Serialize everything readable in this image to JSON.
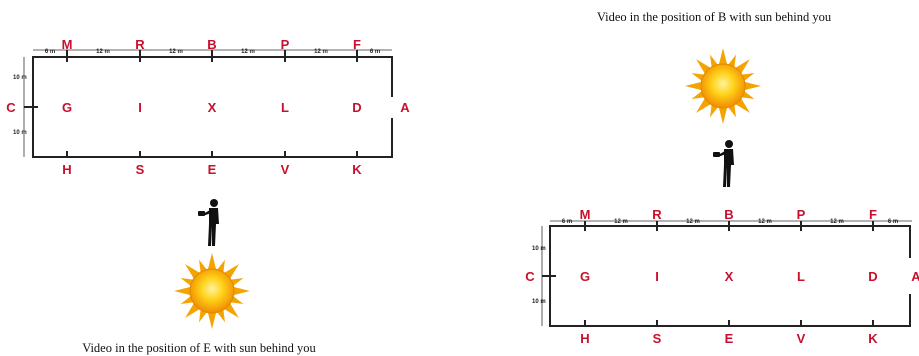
{
  "diagram_left": {
    "top_letters": [
      "M",
      "R",
      "B",
      "P",
      "F"
    ],
    "center_letters": [
      "G",
      "I",
      "X",
      "L",
      "D"
    ],
    "bottom_letters": [
      "H",
      "S",
      "E",
      "V",
      "K"
    ],
    "left_letter": "C",
    "right_letter": "A",
    "top_distances": [
      "6 m",
      "12 m",
      "12 m",
      "12 m",
      "12 m",
      "6 m"
    ],
    "side_distances": [
      "10 m",
      "10 m"
    ],
    "caption": "Video in the position of E with sun behind you"
  },
  "diagram_right": {
    "top_letters": [
      "M",
      "R",
      "B",
      "P",
      "F"
    ],
    "center_letters": [
      "G",
      "I",
      "X",
      "L",
      "D"
    ],
    "bottom_letters": [
      "H",
      "S",
      "E",
      "V",
      "K"
    ],
    "left_letter": "C",
    "right_letter": "A",
    "top_distances": [
      "6 m",
      "12 m",
      "12 m",
      "12 m",
      "12 m",
      "6 m"
    ],
    "side_distances": [
      "10 m",
      "10 m"
    ],
    "caption": "Video in the position of B with sun behind you"
  },
  "colors": {
    "letters": "#c8102e",
    "sun_core": "#f7a800",
    "sun_rays": "#f5a300",
    "lines": "#222222"
  }
}
